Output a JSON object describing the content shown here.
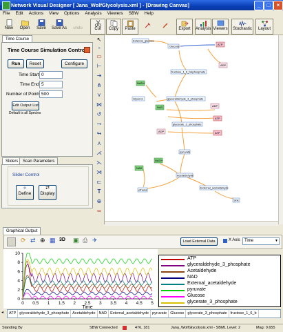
{
  "window": {
    "title": "Network Visual Designer [ Jana_WolfGlycolysis.xml ] - [Drawing Canvas]",
    "minimize": "_",
    "maximize": "□",
    "close": "×"
  },
  "menu": [
    "File",
    "Edit",
    "Actions",
    "View",
    "Options",
    "Analysis",
    "Viewers",
    "SBW",
    "Help"
  ],
  "toolbar": {
    "new": "New",
    "open": "Open",
    "save": "Save",
    "save_as": "Save As",
    "undo": "undo",
    "cut": "Cut",
    "copy": "Copy",
    "paste": "Paste",
    "export": "Export",
    "analysis": "Analysis",
    "viewers": "Viewers",
    "stochastic": "Stochastic",
    "layout": "Layout"
  },
  "left_panel": {
    "tab": "Time Course",
    "title": "Time Course Simulation Control",
    "run": "Run",
    "reset": "Reset",
    "configure": "Configure",
    "time_start_label": "Time Start",
    "time_start": "0",
    "time_end_label": "Time End",
    "time_end": "5",
    "num_points_label": "Number of Points:",
    "num_points": "500",
    "edit_output": "Edit Output List",
    "default_note": "Default is all Species",
    "tabs_bottom": [
      "Sliders",
      "Scan Parameters"
    ],
    "slider_control": "Slider Control",
    "define": "Define",
    "display": "Display"
  },
  "canvas_nodes": {
    "n1": "External_glucose",
    "n2": "Glucose",
    "n3": "ATP",
    "n4": "ADP",
    "n5": "fructose_1_6_bisphosphate",
    "n6": "NADH",
    "n7": "Glycerol",
    "n8": "glyceraldehyde_3_phosphate",
    "n9": "NAD",
    "n10": "ADP",
    "n11": "ATP",
    "n12": "glycerate_3_phosphate",
    "n13": "ADP",
    "n14": "ATP",
    "n15": "pyruvate",
    "n16": "NADH",
    "n17": "NAD",
    "n18": "Acetaldehyde",
    "n19": "ethanol",
    "n20": "External_acetaldehyde",
    "n21": "Sink"
  },
  "graph_panel": {
    "tab": "Graphical Output",
    "load_button": "Load External Data",
    "xaxis_label": "X Axis",
    "xaxis_value": "Time",
    "x_title": "Time"
  },
  "chart_data": {
    "type": "line",
    "x_range": [
      0,
      5
    ],
    "y_range": [
      0,
      10
    ],
    "x_ticks": [
      "0",
      "0.5",
      "1",
      "1.5",
      "2",
      "2.5",
      "3",
      "3.5",
      "4",
      "4.5",
      "5"
    ],
    "y_ticks": [
      "0",
      "2",
      "4",
      "6",
      "8",
      "10"
    ],
    "xlabel": "Time",
    "series": [
      {
        "name": "ATP",
        "color": "#c00000",
        "baseline": 2.2,
        "amp": 0.6,
        "spike": 9.5
      },
      {
        "name": "glyceraldehyde_3_phosphate",
        "color": "#800080",
        "baseline": 4.6,
        "amp": 1.0,
        "spike": 7.0
      },
      {
        "name": "Acetaldehyde",
        "color": "#8b4513",
        "baseline": 2.8,
        "amp": 0.4,
        "spike": 5.0
      },
      {
        "name": "NAD",
        "color": "#000080",
        "baseline": 1.2,
        "amp": 0.3,
        "spike": 2.0
      },
      {
        "name": "External_acetaldehyde",
        "color": "#008080",
        "baseline": 3.5,
        "amp": 0.5,
        "spike": 4.0
      },
      {
        "name": "pyruvate",
        "color": "#00d000",
        "baseline": 8.3,
        "amp": 0.5,
        "spike": 8.0
      },
      {
        "name": "Glucose",
        "color": "#ff00ff",
        "baseline": 0.3,
        "amp": 0.3,
        "spike": 1.5
      },
      {
        "name": "glycerate_3_phosphate",
        "color": "#d8c000",
        "baseline": 6.0,
        "amp": 0.8,
        "spike": 7.5
      }
    ]
  },
  "species_tabs": [
    "ATP",
    "glyceraldehyde_3_phosphate",
    "Acetaldehyde",
    "NAD",
    "External_acetaldehyde",
    "pyruvate",
    "Glucose",
    "glycerate_3_phosphate",
    "fructose_1_6_b"
  ],
  "status": {
    "state": "Standing By",
    "sbw": "SBW Connected",
    "coords": "476, 181",
    "file": "Jana_WolfGlycolysis.xml - SBML Level: 2",
    "mag": "Mag: 0.655"
  }
}
